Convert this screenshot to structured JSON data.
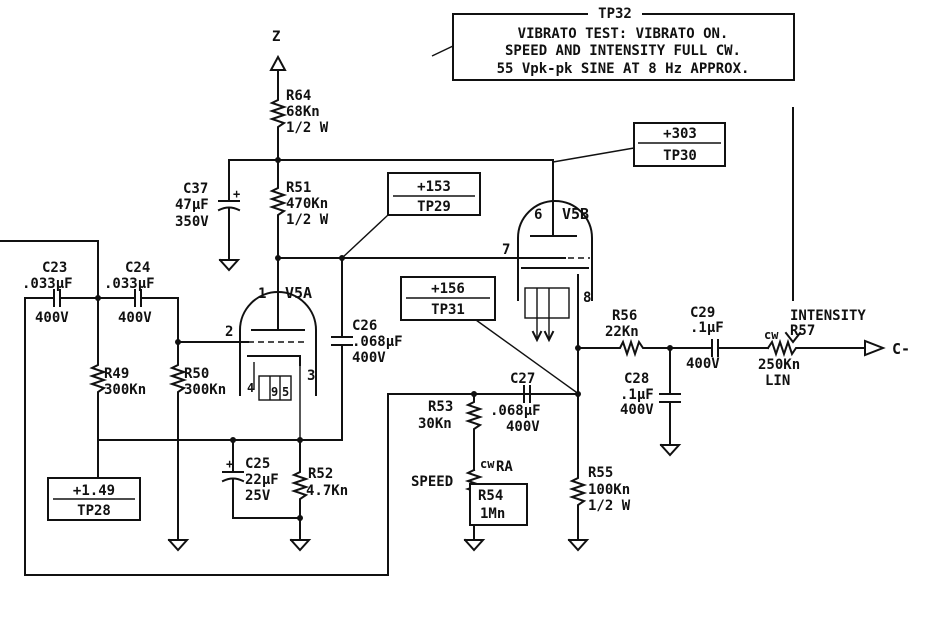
{
  "note": {
    "tag": "TP32",
    "line1": "VIBRATO TEST: VIBRATO ON.",
    "line2": "SPEED AND INTENSITY FULL CW.",
    "line3": "55 Vpk-pk SINE AT 8 Hz APPROX."
  },
  "test_points": {
    "tp30": {
      "value": "+303",
      "name": "TP30"
    },
    "tp29": {
      "value": "+153",
      "name": "TP29"
    },
    "tp31": {
      "value": "+156",
      "name": "TP31"
    },
    "tp28": {
      "value": "+1.49",
      "name": "TP28"
    }
  },
  "tubes": {
    "v5a": {
      "name": "V5A",
      "pin_plate": "1",
      "pin_grid": "2",
      "pin_cathode": "3",
      "pin_h1": "4",
      "pin_h2": "9",
      "pin_h3": "5"
    },
    "v5b": {
      "name": "V5B",
      "pin_plate": "6",
      "pin_grid": "7",
      "pin_cathode": "8"
    }
  },
  "components": {
    "r64": {
      "ref": "R64",
      "value": "68Kn",
      "rating": "1/2 W"
    },
    "r51": {
      "ref": "R51",
      "value": "470Kn",
      "rating": "1/2 W"
    },
    "c37": {
      "ref": "C37",
      "value": "47μF",
      "rating": "350V",
      "polarity": "+"
    },
    "c23": {
      "ref": "C23",
      "value": ".033μF",
      "rating": "400V"
    },
    "c24": {
      "ref": "C24",
      "value": ".033μF",
      "rating": "400V"
    },
    "r49": {
      "ref": "R49",
      "value": "300Kn"
    },
    "r50": {
      "ref": "R50",
      "value": "300Kn"
    },
    "c26": {
      "ref": "C26",
      "value": ".068μF",
      "rating": "400V"
    },
    "c25": {
      "ref": "C25",
      "value": "22μF",
      "rating": "25V",
      "polarity": "+"
    },
    "r52": {
      "ref": "R52",
      "value": "4.7Kn"
    },
    "c27": {
      "ref": "C27",
      "value": ".068μF",
      "rating": "400V"
    },
    "r53": {
      "ref": "R53",
      "value": "30Kn"
    },
    "r54": {
      "ref": "R54",
      "value": "1Mn",
      "label": "SPEED",
      "cw": "cw",
      "tap": "RA"
    },
    "r55": {
      "ref": "R55",
      "value": "100Kn",
      "rating": "1/2 W"
    },
    "r56": {
      "ref": "R56",
      "value": "22Kn"
    },
    "c28": {
      "ref": "C28",
      "value": ".1μF",
      "rating": "400V"
    },
    "c29": {
      "ref": "C29",
      "value": ".1μF",
      "rating": "400V"
    },
    "r57": {
      "ref": "R57",
      "value": "250Kn",
      "taper": "LIN",
      "label": "INTENSITY",
      "cw": "cw"
    }
  },
  "nets": {
    "supply": "Z",
    "output": "C-"
  }
}
